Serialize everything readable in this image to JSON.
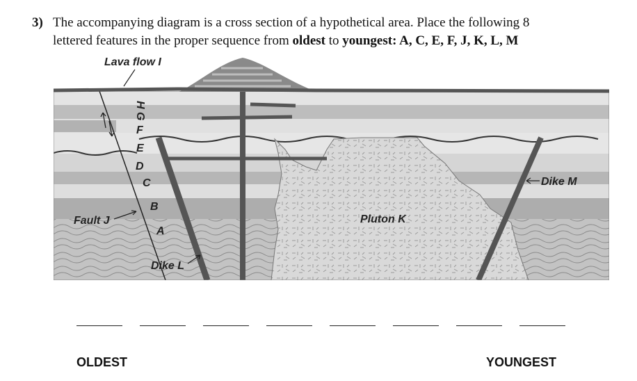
{
  "question": {
    "number": "3)",
    "line1": "The accompanying diagram is a cross section of a hypothetical area. Place the following 8",
    "line2_prefix": "lettered features in the proper sequence from ",
    "line2_oldest": "oldest",
    "line2_to": " to ",
    "line2_youngest": "youngest",
    "line2_suffix": ": A, C, E, F, J, K, L, M"
  },
  "labels": {
    "lava_flow": "Lava flow I",
    "fault": "Fault J",
    "dike_l": "Dike L",
    "dike_m": "Dike M",
    "pluton": "Pluton K",
    "layers": [
      "H",
      "G",
      "F",
      "E",
      "D",
      "C",
      "B",
      "A"
    ]
  },
  "answer": {
    "blank_count": 8,
    "oldest_label": "OLDEST",
    "youngest_label": "YOUNGEST"
  }
}
